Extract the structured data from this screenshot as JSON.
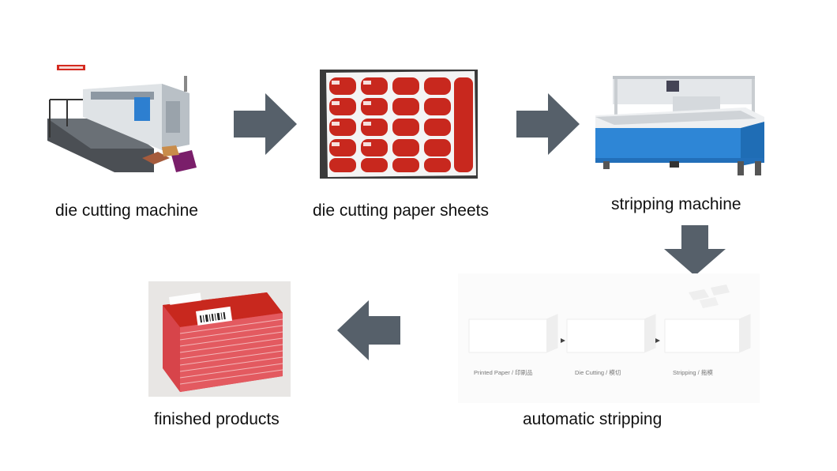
{
  "steps": [
    {
      "caption": "die cutting machine",
      "image": "die-cutting-machine-photo"
    },
    {
      "caption": "die cutting paper sheets",
      "image": "die-cut-paper-sheets-photo"
    },
    {
      "caption": "stripping machine",
      "image": "stripping-machine-photo"
    },
    {
      "caption": "automatic stripping",
      "image": "automatic-stripping-illustration"
    },
    {
      "caption": "finished products",
      "image": "finished-products-photo"
    }
  ],
  "stripping_illustration": {
    "labels": [
      "Printed Paper / 印刷品",
      "Die Cutting / 模切",
      "Stripping / 拖模"
    ]
  },
  "arrows": [
    "right-arrow",
    "right-arrow",
    "down-arrow",
    "left-arrow"
  ],
  "colors": {
    "arrow": "#56606a",
    "red": "#c8281e",
    "machine_blue": "#2e86d6",
    "machine_gray": "#5a5f63"
  }
}
